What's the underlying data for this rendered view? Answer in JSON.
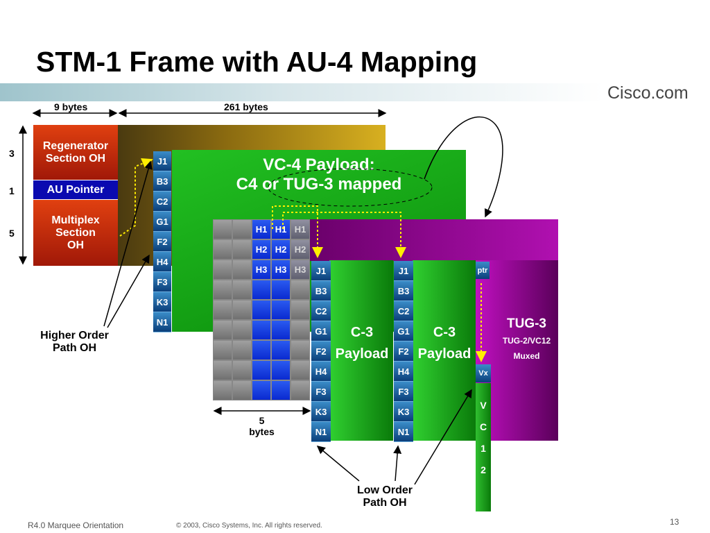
{
  "title": "STM-1 Frame with AU-4 Mapping",
  "logo": "Cisco.com",
  "dimensions": {
    "nine_bytes": "9 bytes",
    "bytes_261": "261 bytes",
    "five_bytes_num": "5",
    "five_bytes_unit": "bytes"
  },
  "row_counts": [
    "3",
    "1",
    "5"
  ],
  "soh": {
    "regenerator": [
      "Regenerator",
      "Section OH"
    ],
    "au_pointer": "AU Pointer",
    "multiplex": [
      "Multiplex",
      "Section",
      "OH"
    ]
  },
  "vc4": {
    "title_line1": "VC-4 Payload:",
    "title_line2": "C4 or TUG-3 mapped"
  },
  "higher_oh": [
    "J1",
    "B3",
    "C2",
    "G1",
    "F2",
    "H4",
    "F3",
    "K3",
    "N1"
  ],
  "tug_pointer_rows": [
    [
      "H1",
      "H1",
      "H1"
    ],
    [
      "H2",
      "H2",
      "H2"
    ],
    [
      "H3",
      "H3",
      "H3"
    ]
  ],
  "c3": {
    "line1": "C-3",
    "line2": "Payload"
  },
  "tug3": {
    "title": "TUG-3",
    "sub": "TUG-2/VC12",
    "sub2": "Muxed",
    "ptr": "ptr",
    "vx": "Vx",
    "vc12": [
      "V",
      "C",
      "1",
      "2"
    ]
  },
  "labels": {
    "higher_order": [
      "Higher Order",
      "Path OH"
    ],
    "low_order": [
      "Low Order",
      "Path OH"
    ]
  },
  "footer": {
    "left": "R4.0 Marquee Orientation",
    "copyright": "© 2003, Cisco Systems, Inc. All rights reserved.",
    "page": "13"
  },
  "colors": {
    "green": "#12a012",
    "purple": "#8a0a8a",
    "gold": "#c99a18",
    "red": "#d83a10",
    "navy": "#0a0aa0"
  }
}
